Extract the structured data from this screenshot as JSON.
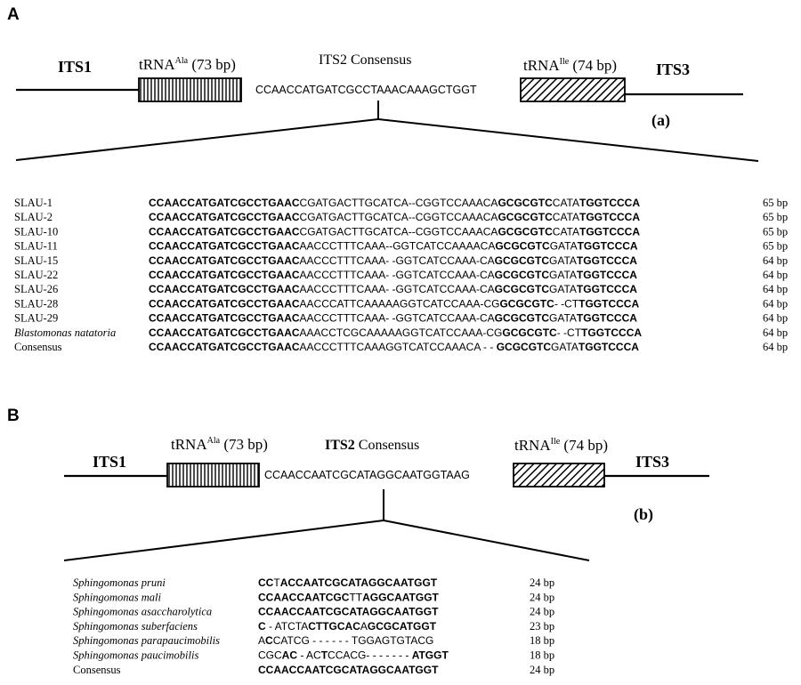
{
  "panel_a": {
    "letter": "A",
    "its1": "ITS1",
    "its3": "ITS3",
    "trna_ala_name": "tRNA",
    "trna_ala_sup": "Ala",
    "trna_ala_len": " (73 bp)",
    "trna_ile_name": "tRNA",
    "trna_ile_sup": "Ile",
    "trna_ile_len": " (74 bp)",
    "consensus_title": "ITS2 Consensus",
    "consensus_seq": "CCAACCATGATCGCCTAAACAAAGCTGGT",
    "sub_label": "(a)",
    "alignment": [
      {
        "name": "SLAU-1",
        "italic": false,
        "segs": [
          [
            "CCAACCATGATCGCCTGAAC",
            1
          ],
          [
            "CGATGACTTGCATCA--CGGTCCAAACA",
            0
          ],
          [
            "GCGCGTC",
            1
          ],
          [
            "CATA",
            0
          ],
          [
            "TGGTCCCA",
            1
          ]
        ],
        "bp": "65 bp"
      },
      {
        "name": "SLAU-2",
        "italic": false,
        "segs": [
          [
            "CCAACCATGATCGCCTGAAC",
            1
          ],
          [
            "CGATGACTTGCATCA--CGGTCCAAACA",
            0
          ],
          [
            "GCGCGTC",
            1
          ],
          [
            "CATA",
            0
          ],
          [
            "TGGTCCCA",
            1
          ]
        ],
        "bp": "65 bp"
      },
      {
        "name": "SLAU-10",
        "italic": false,
        "segs": [
          [
            "CCAACCATGATCGCCTGAAC",
            1
          ],
          [
            "CGATGACTTGCATCA--CGGTCCAAACA",
            0
          ],
          [
            "GCGCGTC",
            1
          ],
          [
            "CATA",
            0
          ],
          [
            "TGGTCCCA",
            1
          ]
        ],
        "bp": "65 bp"
      },
      {
        "name": "SLAU-11",
        "italic": false,
        "segs": [
          [
            "CCAACCATGATCGCCTGAAC",
            1
          ],
          [
            "AACCCTTTCAAA--GGTCATCCAAAACA",
            0
          ],
          [
            "GCGCGTC",
            1
          ],
          [
            "GATA",
            0
          ],
          [
            "TGGTCCCA",
            1
          ]
        ],
        "bp": "65 bp"
      },
      {
        "name": "SLAU-15",
        "italic": false,
        "segs": [
          [
            "CCAACCATGATCGCCTGAAC",
            1
          ],
          [
            "AACCCTTTCAAA- -GGTCATCCAAA-CA",
            0
          ],
          [
            "GCGCGTC",
            1
          ],
          [
            "GATA",
            0
          ],
          [
            "TGGTCCCA",
            1
          ]
        ],
        "bp": "64 bp"
      },
      {
        "name": "SLAU-22",
        "italic": false,
        "segs": [
          [
            "CCAACCATGATCGCCTGAAC",
            1
          ],
          [
            "AACCCTTTCAAA- -GGTCATCCAAA-CA",
            0
          ],
          [
            "GCGCGTC",
            1
          ],
          [
            "GATA",
            0
          ],
          [
            "TGGTCCCA",
            1
          ]
        ],
        "bp": "64 bp"
      },
      {
        "name": "SLAU-26",
        "italic": false,
        "segs": [
          [
            "CCAACCATGATCGCCTGAAC",
            1
          ],
          [
            "AACCCTTTCAAA- -GGTCATCCAAA-CA",
            0
          ],
          [
            "GCGCGTC",
            1
          ],
          [
            "GATA",
            0
          ],
          [
            "TGGTCCCA",
            1
          ]
        ],
        "bp": "64 bp"
      },
      {
        "name": "SLAU-28",
        "italic": false,
        "segs": [
          [
            "CCAACCATGATCGCCTGAAC",
            1
          ],
          [
            "AACCCATTCAAAAAGGTCATCCAAA-CG",
            0
          ],
          [
            "GCGCGTC",
            1
          ],
          [
            "- -CT",
            0
          ],
          [
            "TGGTCCCA",
            1
          ]
        ],
        "bp": "64 bp"
      },
      {
        "name": "SLAU-29",
        "italic": false,
        "segs": [
          [
            "CCAACCATGATCGCCTGAAC",
            1
          ],
          [
            "AACCCTTTCAAA- -GGTCATCCAAA-CA",
            0
          ],
          [
            "GCGCGTC",
            1
          ],
          [
            "GATA",
            0
          ],
          [
            "TGGTCCCA",
            1
          ]
        ],
        "bp": "64 bp"
      },
      {
        "name": "Blastomonas natatoria",
        "italic": true,
        "segs": [
          [
            "CCAACCATGATCGCCTGAAC",
            1
          ],
          [
            "AAACCTCGCAAAAAGGTCATCCAAA-CG",
            0
          ],
          [
            "GCGCGTC",
            1
          ],
          [
            "- -CT",
            0
          ],
          [
            "TGGTCCCA",
            1
          ]
        ],
        "bp": "64 bp"
      },
      {
        "name": "Consensus",
        "italic": false,
        "segs": [
          [
            "CCAACCATGATCGCCTGAAC",
            1
          ],
          [
            "AACCCTTTCAAAGGTCATCCAAACA - - ",
            0
          ],
          [
            "GCGCGTC",
            1
          ],
          [
            "GATA",
            0
          ],
          [
            "TGGTCCCA",
            1
          ]
        ],
        "bp": "64 bp"
      }
    ]
  },
  "panel_b": {
    "letter": "B",
    "its1": "ITS1",
    "its3": "ITS3",
    "trna_ala_name": "tRNA",
    "trna_ala_sup": "Ala",
    "trna_ala_len": " (73 bp)",
    "trna_ile_name": "tRNA",
    "trna_ile_sup": "Ile",
    "trna_ile_len": " (74 bp)",
    "consensus_title_bold": "ITS2",
    "consensus_title_rest": " Consensus",
    "consensus_seq": "CCAACCAATCGCATAGGCAATGGTAAG",
    "sub_label": "(b)",
    "alignment": [
      {
        "name": "Sphingomonas pruni",
        "italic": true,
        "segs": [
          [
            "CC",
            1
          ],
          [
            "T",
            0
          ],
          [
            "ACCAATCGCATAGGCAATGGT",
            1
          ]
        ],
        "bp": "24 bp"
      },
      {
        "name": "Sphingomonas mali",
        "italic": true,
        "segs": [
          [
            "CCAACCAATCGC",
            1
          ],
          [
            "TT",
            0
          ],
          [
            "AGGCAATGGT",
            1
          ]
        ],
        "bp": "24 bp"
      },
      {
        "name": "Sphingomonas asaccharolytica",
        "italic": true,
        "segs": [
          [
            "CCAACCAATCGCATAGGCAATGGT",
            1
          ]
        ],
        "bp": "24 bp"
      },
      {
        "name": "Sphingomonas suberfaciens",
        "italic": true,
        "segs": [
          [
            "C",
            1
          ],
          [
            " -  ATCTA",
            0
          ],
          [
            "CTTGCAC",
            1
          ],
          [
            "A",
            0
          ],
          [
            "GCGCATGGT",
            1
          ]
        ],
        "bp": "23 bp"
      },
      {
        "name": "Sphingomonas parapaucimobilis",
        "italic": true,
        "segs": [
          [
            "A",
            0
          ],
          [
            "C",
            1
          ],
          [
            "CATCG - - - - - - TGGAGTGTACG",
            0
          ]
        ],
        "bp": "18 bp"
      },
      {
        "name": "Sphingomonas paucimobilis",
        "italic": true,
        "segs": [
          [
            "CGC",
            0
          ],
          [
            "AC",
            1
          ],
          [
            " - AC",
            0
          ],
          [
            "T",
            1
          ],
          [
            "CCACG- - - - - - - ",
            0
          ],
          [
            "ATGGT",
            1
          ]
        ],
        "bp": "18 bp"
      },
      {
        "name": "Consensus",
        "italic": false,
        "segs": [
          [
            "CCAACCAATCGCATAGGCAATGGT",
            1
          ]
        ],
        "bp": "24 bp"
      }
    ]
  }
}
